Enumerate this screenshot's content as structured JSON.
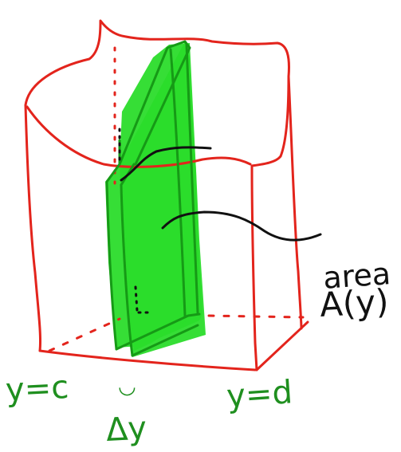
{
  "colors": {
    "solid_outline": "#e3241c",
    "slice_fill": "#2bdc2b",
    "slice_outline": "#169a16",
    "callout_ink": "#111111",
    "label_green": "#1f8f1f"
  },
  "labels": {
    "y_c": "y=c",
    "y_d": "y=d",
    "delta_y": "Δy",
    "smile_mark": "◡",
    "area_word": "area",
    "area_func": "A(y)"
  }
}
